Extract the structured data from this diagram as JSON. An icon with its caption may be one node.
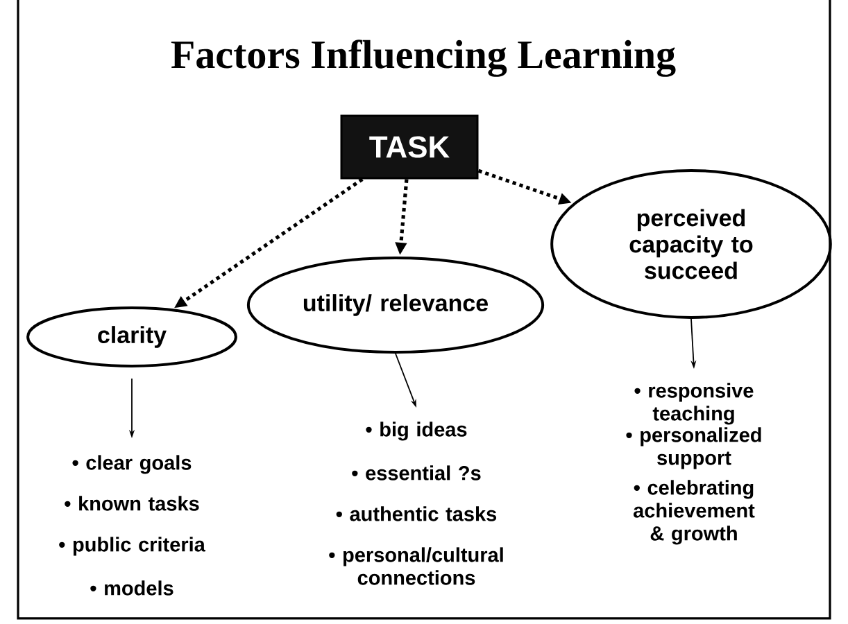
{
  "diagram": {
    "title": "Factors Influencing Learning",
    "nodes": [
      {
        "text": [
          "TASK"
        ]
      },
      {
        "text": [
          "clarity"
        ]
      },
      {
        "text": [
          "utility/ relevance"
        ]
      },
      {
        "text": [
          "perceived capacity to succeed"
        ]
      },
      {
        "text": [
          "• clear goals",
          "• known tasks",
          "• public criteria",
          "• models"
        ]
      },
      {
        "text": [
          "• big ideas",
          "• essential ?s",
          "• authentic tasks",
          "• personal/cultural connections"
        ]
      },
      {
        "text": [
          "• responsive teaching",
          "• personalized support",
          "• celebrating achievement & growth"
        ]
      }
    ],
    "edges": [
      {
        "from": 0,
        "to": 1,
        "arrow": "to",
        "style": "dashed"
      },
      {
        "from": 0,
        "to": 2,
        "arrow": "to",
        "style": "dashed"
      },
      {
        "from": 0,
        "to": 3,
        "arrow": "to",
        "style": "dashed"
      },
      {
        "from": 1,
        "to": 4,
        "arrow": "to"
      },
      {
        "from": 2,
        "to": 5,
        "arrow": "to"
      },
      {
        "from": 3,
        "to": 6,
        "arrow": "to"
      }
    ]
  }
}
